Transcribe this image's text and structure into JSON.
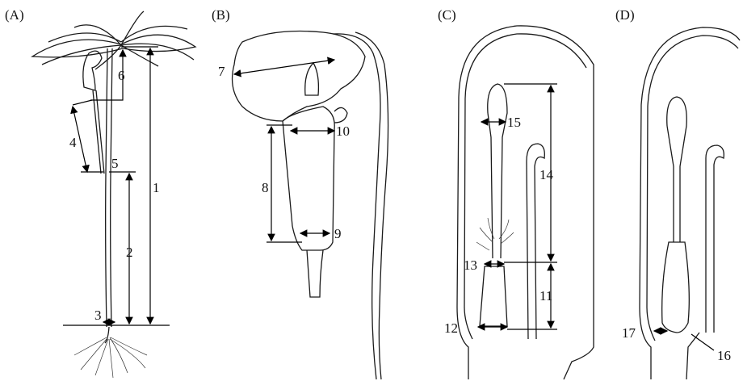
{
  "panels": [
    {
      "id": "A",
      "label": "(A)"
    },
    {
      "id": "B",
      "label": "(B)"
    },
    {
      "id": "C",
      "label": "(C)"
    },
    {
      "id": "D",
      "label": "(D)"
    }
  ],
  "measurements": {
    "m1": "1",
    "m2": "2",
    "m3": "3",
    "m4": "4",
    "m5": "5",
    "m6": "6",
    "m7": "7",
    "m8": "8",
    "m9": "9",
    "m10": "10",
    "m11": "11",
    "m12": "12",
    "m13": "13",
    "m14": "14",
    "m15": "15",
    "m16": "16",
    "m17": "17"
  },
  "colors": {
    "ink": "#1a1a1a",
    "background": "#ffffff"
  }
}
